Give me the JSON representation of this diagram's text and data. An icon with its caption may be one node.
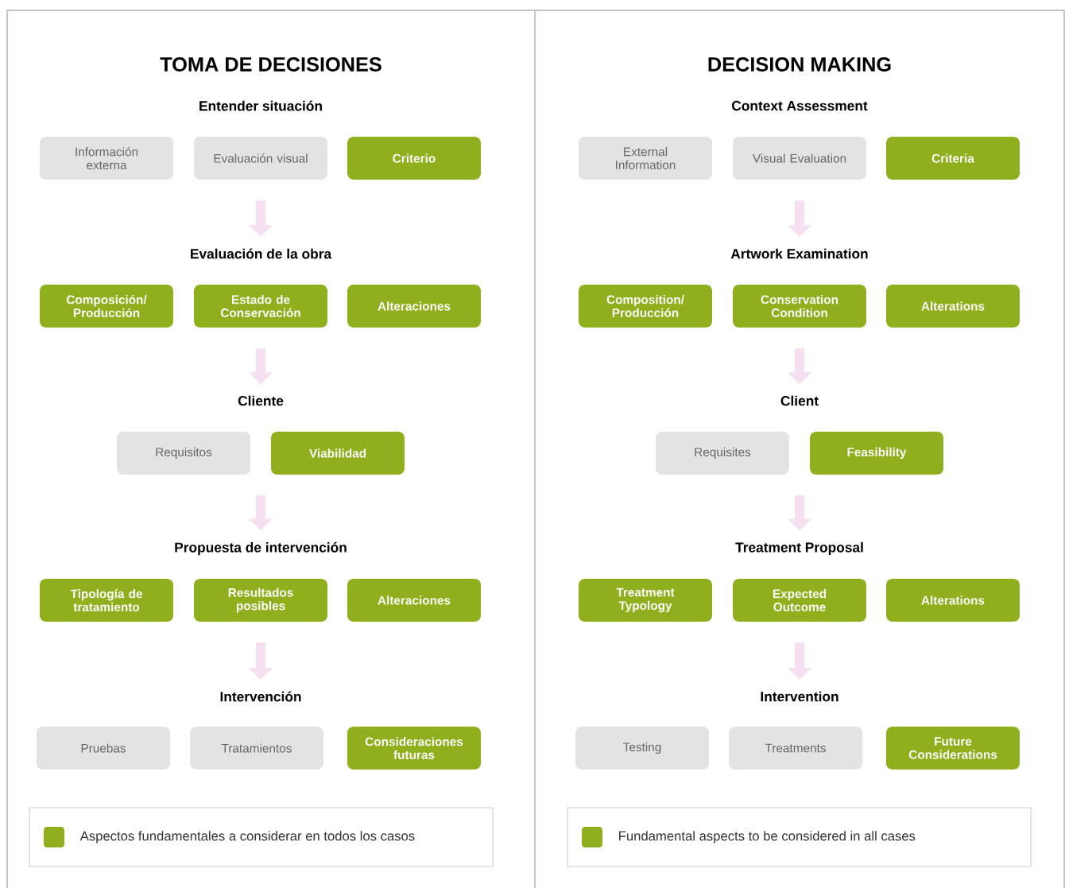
{
  "diagram": {
    "nodes": [
      {
        "text": [
          "TOMA DE DECISIONES"
        ]
      },
      {
        "text": [
          "Entender situación"
        ],
        "in": 0
      },
      {
        "text": [
          "Información externa"
        ],
        "in": 0
      },
      {
        "text": [
          "Evaluación visual"
        ],
        "in": 0
      },
      {
        "text": [
          "Criterio"
        ],
        "in": 0
      },
      {
        "text": [
          "Evaluación de la obra"
        ],
        "in": 0
      },
      {
        "text": [
          "Composición/ Producción"
        ],
        "in": 0
      },
      {
        "text": [
          "Estado de Conservación"
        ],
        "in": 0
      },
      {
        "text": [
          "Alteraciones"
        ],
        "in": 0
      },
      {
        "text": [
          "Cliente"
        ],
        "in": 0
      },
      {
        "text": [
          "Requisitos"
        ],
        "in": 0
      },
      {
        "text": [
          "Viabilidad"
        ],
        "in": 0
      },
      {
        "text": [
          "Propuesta de intervención"
        ],
        "in": 0
      },
      {
        "text": [
          "Tipología de tratamiento"
        ],
        "in": 0
      },
      {
        "text": [
          "Resultados posibles"
        ],
        "in": 0
      },
      {
        "text": [
          "Alteraciones"
        ],
        "in": 0
      },
      {
        "text": [
          "Intervención"
        ],
        "in": 0
      },
      {
        "text": [
          "Pruebas"
        ],
        "in": 0
      },
      {
        "text": [
          "Tratamientos"
        ],
        "in": 0
      },
      {
        "text": [
          "Consideraciones futuras"
        ],
        "in": 0
      },
      {
        "text": [
          "DECISION MAKING"
        ]
      },
      {
        "text": [
          "Context Assessment"
        ],
        "in": 20
      },
      {
        "text": [
          "External Information"
        ],
        "in": 20
      },
      {
        "text": [
          "Visual Evaluation"
        ],
        "in": 20
      },
      {
        "text": [
          "Criteria"
        ],
        "in": 20
      },
      {
        "text": [
          "Artwork Examination"
        ],
        "in": 20
      },
      {
        "text": [
          "Composition/ Producción"
        ],
        "in": 20
      },
      {
        "text": [
          "Conservation Condition"
        ],
        "in": 20
      },
      {
        "text": [
          "Alterations"
        ],
        "in": 20
      },
      {
        "text": [
          "Client"
        ],
        "in": 20
      },
      {
        "text": [
          "Requisites"
        ],
        "in": 20
      },
      {
        "text": [
          "Feasibility"
        ],
        "in": 20
      },
      {
        "text": [
          "Treatment Proposal"
        ],
        "in": 20
      },
      {
        "text": [
          "Treatment Typology"
        ],
        "in": 20
      },
      {
        "text": [
          "Expected Outcome"
        ],
        "in": 20
      },
      {
        "text": [
          "Alterations"
        ],
        "in": 20
      },
      {
        "text": [
          "Intervention"
        ],
        "in": 20
      },
      {
        "text": [
          "Testing"
        ],
        "in": 20
      },
      {
        "text": [
          "Treatments"
        ],
        "in": 20
      },
      {
        "text": [
          "Future Considerations"
        ],
        "in": 20
      }
    ],
    "edges": [
      {
        "from": 3,
        "to": 5,
        "arrow": "to"
      },
      {
        "from": 7,
        "to": 9,
        "arrow": "to"
      },
      {
        "from": 10,
        "to": 12,
        "arrow": "to"
      },
      {
        "from": 14,
        "to": 16,
        "arrow": "to"
      },
      {
        "from": 23,
        "to": 25,
        "arrow": "to"
      },
      {
        "from": 27,
        "to": 29,
        "arrow": "to"
      },
      {
        "from": 30,
        "to": 32,
        "arrow": "to"
      },
      {
        "from": 34,
        "to": 36,
        "arrow": "to"
      }
    ],
    "legend": [
      {
        "text": "Aspectos fundamentales a considerar en todos los casos",
        "color": "#8fb01c"
      },
      {
        "text": "Fundamental aspects to be considered in all cases",
        "color": "#8fb01c"
      }
    ]
  }
}
